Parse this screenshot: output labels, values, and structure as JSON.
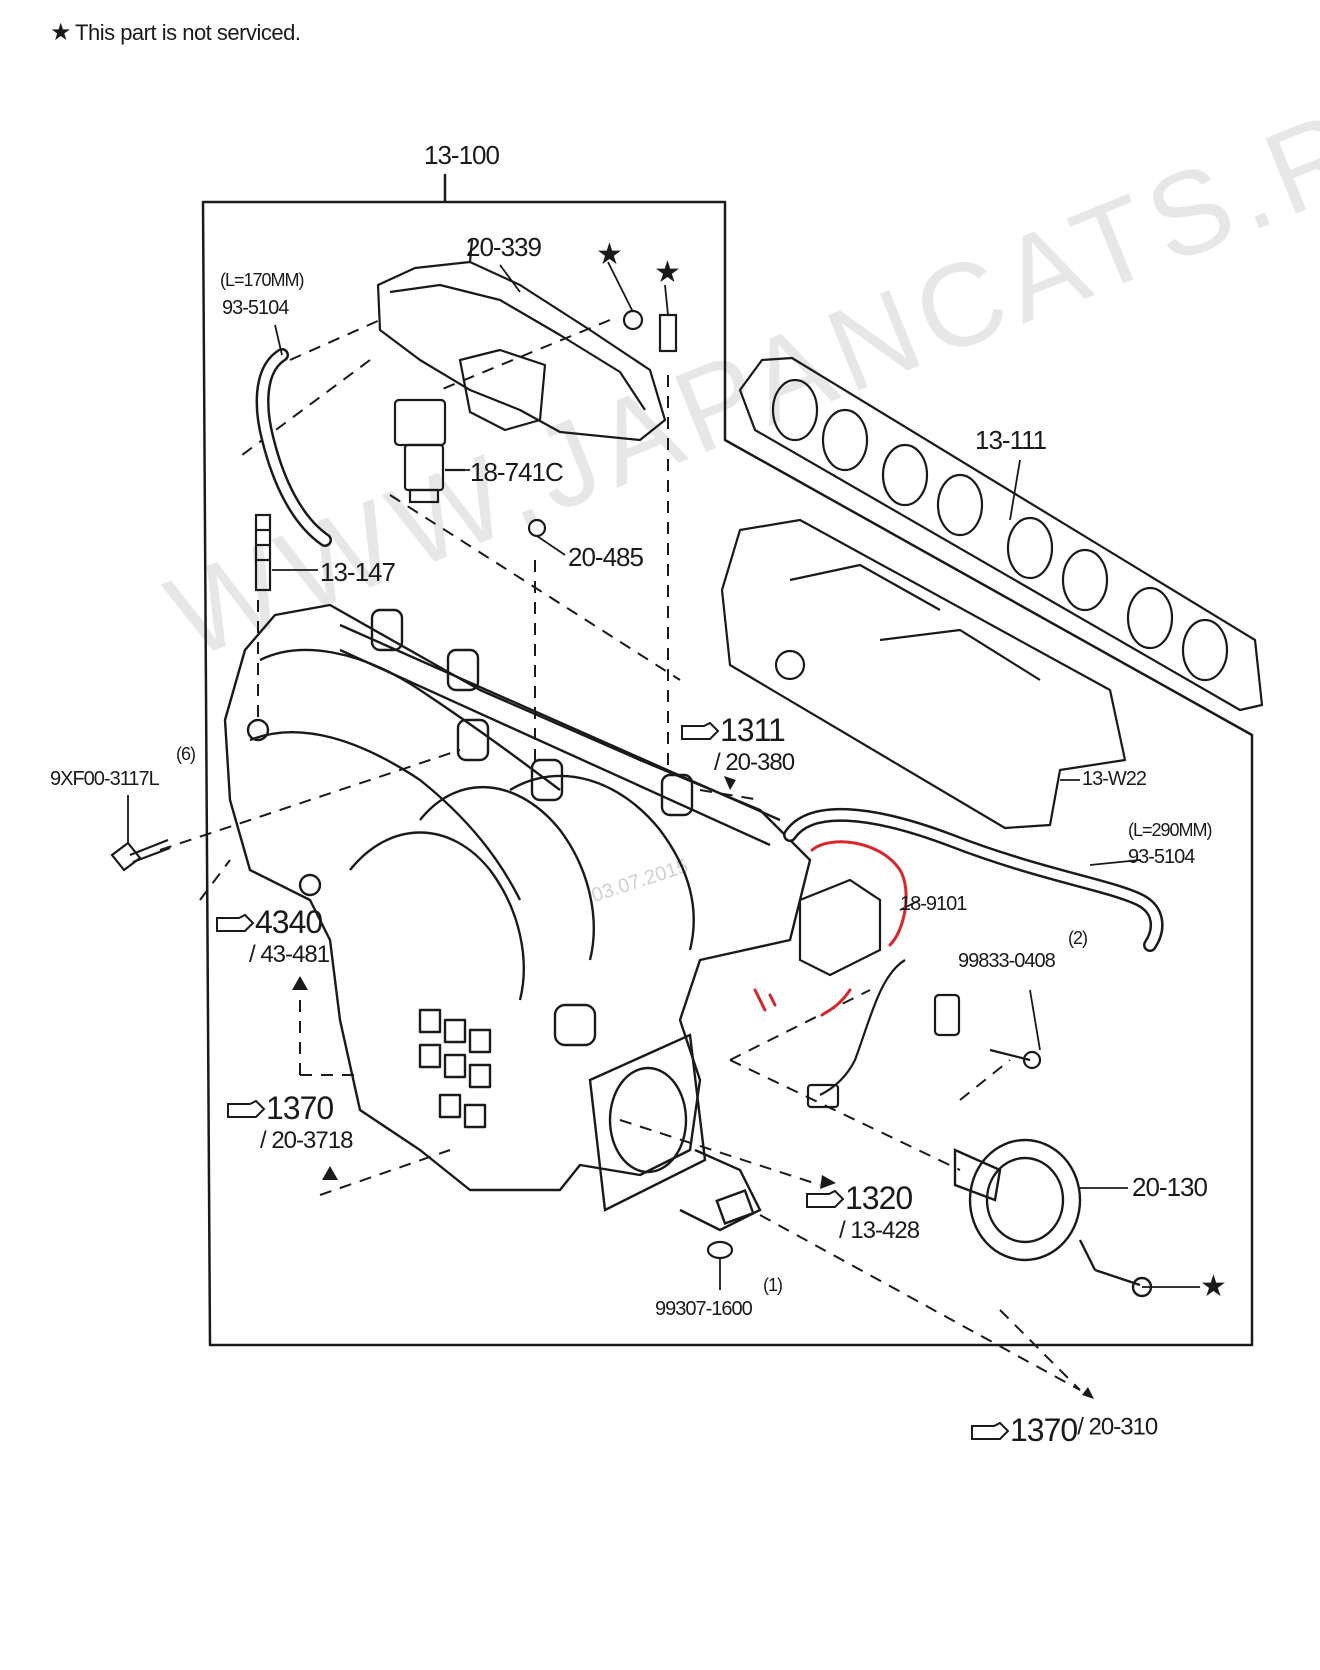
{
  "note": {
    "symbol": "★",
    "text": "This part is not serviced."
  },
  "labels": {
    "assembly": "13-100",
    "cover": "20-339",
    "hose_top_len": "(L=170MM)",
    "hose_top_part": "93-5104",
    "solenoid": "18-741C",
    "stud": "13-147",
    "washer": "20-485",
    "gasket": "13-111",
    "insulator": "13-W22",
    "hose_right_len": "(L=290MM)",
    "hose_right_part": "93-5104",
    "sensor": "18-9101",
    "bolt_right_qty": "(2)",
    "bolt_right": "99833-0408",
    "bolt_left_qty": "(6)",
    "bolt_left": "9XF00-3117L",
    "valve": "20-130",
    "oring_qty": "(1)",
    "oring": "99307-1600"
  },
  "refs": {
    "r1311": {
      "page": "1311",
      "fig": "/ 20-380"
    },
    "r4340": {
      "page": "4340",
      "fig": "/ 43-481"
    },
    "r1370a": {
      "page": "1370",
      "fig": "/ 20-3718"
    },
    "r1320": {
      "page": "1320",
      "fig": "/ 13-428"
    },
    "r1370b": {
      "page": "1370",
      "fig": "/ 20-310"
    }
  },
  "watermark": "WWW.JAPANCATS.RU",
  "date_stamp": "03.07.2015",
  "colors": {
    "ink": "#1a1a1a",
    "highlight": "#d8262c"
  }
}
